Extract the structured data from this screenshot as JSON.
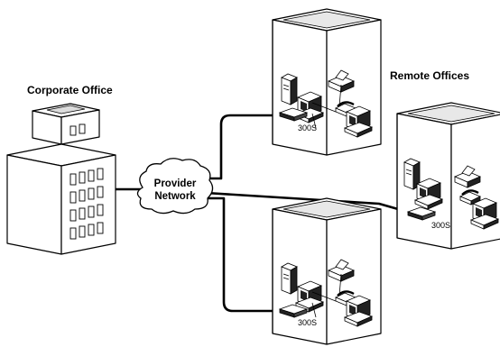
{
  "labels": {
    "corporate": "Corporate Office",
    "remote": "Remote Offices",
    "cloud_line1": "Provider",
    "cloud_line2": "Network"
  },
  "devices": {
    "router_top": "300S",
    "router_right": "300S",
    "router_bottom": "300S"
  }
}
